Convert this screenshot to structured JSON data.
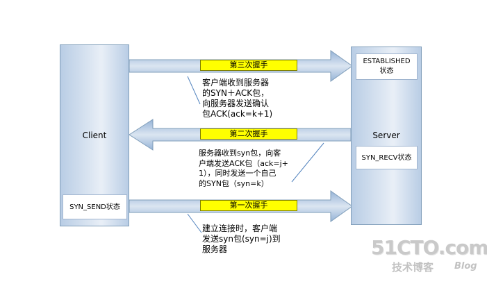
{
  "client": {
    "label": "Client",
    "state": "SYN_SEND状态"
  },
  "server": {
    "label": "Server",
    "state_established": "ESTABLISHED\n状态",
    "state_recv": "SYN_RECV状态"
  },
  "handshakes": {
    "third": {
      "label": "第三次握手",
      "note": "客户端收到服务器\n的SYN＋ACK包，\n向服务器发送确认\n包ACK(ack=k+1)"
    },
    "second": {
      "label": "第二次握手",
      "note": "服务器收到syn包，向客\n户端发送ACK包（ack=j+\n1），同时发送一个自己\n的SYN包（syn=k）"
    },
    "first": {
      "label": "第一次握手",
      "note": "建立连接时，客户端\n发送syn包(syn=j)到\n服务器"
    }
  },
  "watermark": {
    "main": "51CTO.com",
    "sub": "技术博客",
    "blog": "Blog"
  }
}
